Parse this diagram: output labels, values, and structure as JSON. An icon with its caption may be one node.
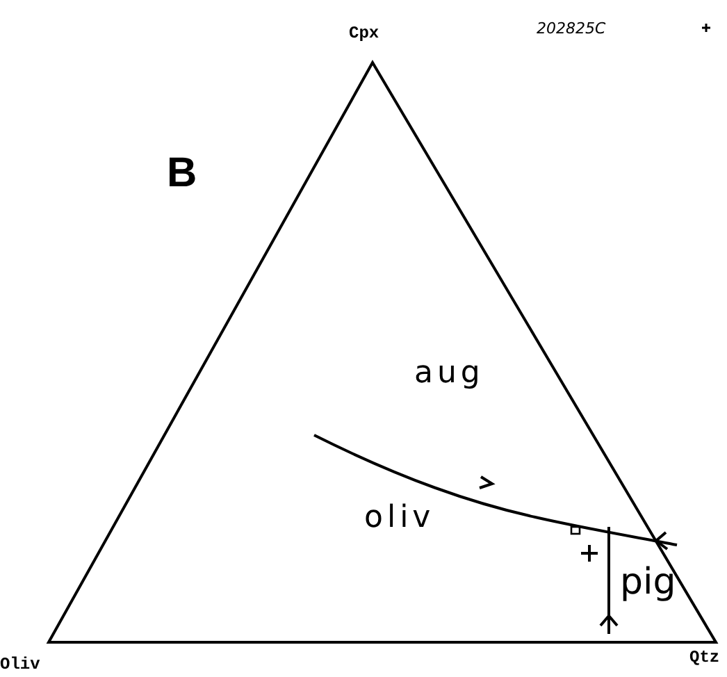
{
  "diagram": {
    "labels": [
      "Cpx",
      "202825C",
      "B",
      "aug",
      "oliv",
      "pig",
      "Oliv",
      "Qtz"
    ]
  }
}
